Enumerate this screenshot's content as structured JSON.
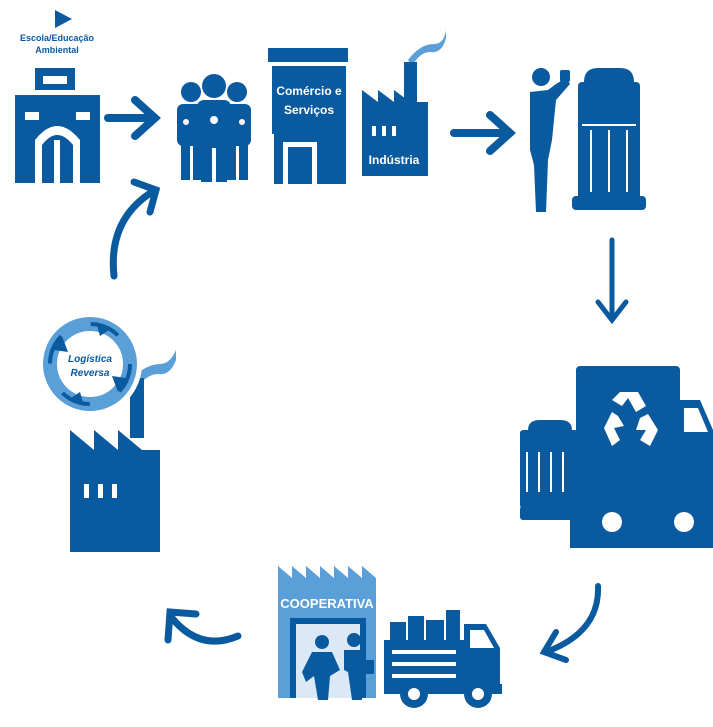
{
  "colors": {
    "primary": "#0a5aa0",
    "dark": "#074f8f",
    "light": "#5b9fd8",
    "white": "#ffffff"
  },
  "labels": {
    "school_line1": "Escola/Educação",
    "school_line2": "Ambiental",
    "store_line1": "Comércio e",
    "store_line2": "Serviços",
    "industry": "Indústria",
    "cooperative": "COOPERATIVA",
    "logistics_line1": "Logística",
    "logistics_line2": "Reversa"
  },
  "flow": [
    {
      "from": "school",
      "to": "consumers"
    },
    {
      "from": "consumers-store-industry",
      "to": "disposal"
    },
    {
      "from": "disposal",
      "to": "collection-truck"
    },
    {
      "from": "collection-truck",
      "to": "cooperative"
    },
    {
      "from": "cooperative",
      "to": "recycling-industry"
    },
    {
      "from": "recycling-industry",
      "to": "consumers"
    }
  ],
  "icons": {
    "school": "school-building-icon",
    "consumers": "people-group-icon",
    "store": "store-icon",
    "industry": "factory-icon",
    "person": "person-disposing-icon",
    "bin": "waste-bin-icon",
    "truck": "recycling-truck-icon",
    "cooperative": "cooperative-warehouse-icon",
    "cargo_truck": "cargo-truck-icon",
    "factory2": "recycling-factory-icon",
    "cycle": "reverse-logistics-cycle-icon"
  }
}
